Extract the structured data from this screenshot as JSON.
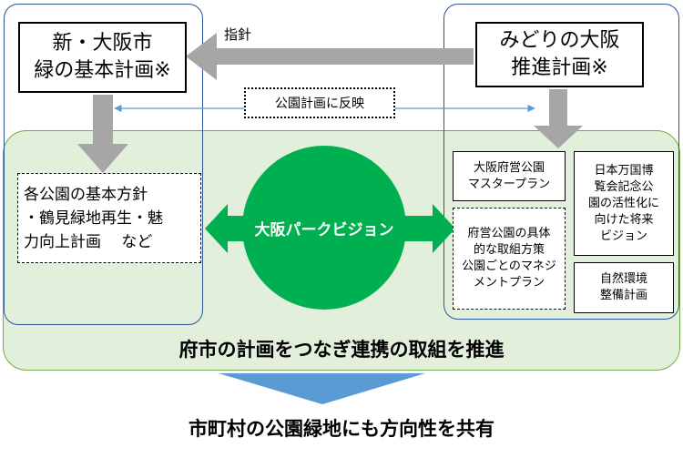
{
  "left_plan": {
    "line1": "新・大阪市",
    "line2": "緑の基本計画※"
  },
  "right_plan": {
    "line1": "みどりの大阪",
    "line2": "推進計画※"
  },
  "arrow_label": "指針",
  "reflect_label": "公園計画に反映",
  "left_detail": {
    "line1": "各公園の基本方針",
    "line2": "・鶴見緑地再生・魅",
    "line3": "力向上計画　 など"
  },
  "center": {
    "label": "大阪パークビジョン"
  },
  "prefecture_boxes": {
    "master_plan": {
      "line1": "大阪府営公園",
      "line2": "マスタープラン"
    },
    "management": {
      "line1": "府営公園の具体",
      "line2": "的な取組方策",
      "line3": "公園ごとのマネジ",
      "line4": "メントプラン"
    },
    "expo": {
      "line1": "日本万国博",
      "line2": "覧会記念公",
      "line3": "園の活性化に",
      "line4": "向けた将来",
      "line5": "ビジョン"
    },
    "nature": {
      "line1": "自然環境",
      "line2": "整備計画"
    }
  },
  "collaboration": "府市の計画をつなぎ連携の取組を推進",
  "municipal": "市町村の公園緑地にも方向性を共有",
  "colors": {
    "green_fill": "#e2efda",
    "green_border": "#70ad47",
    "frame_blue": "#2e5597",
    "circle_green": "#00b050",
    "arrow_gray": "#a6a6a6",
    "arrow_blue": "#5b9bd5"
  }
}
